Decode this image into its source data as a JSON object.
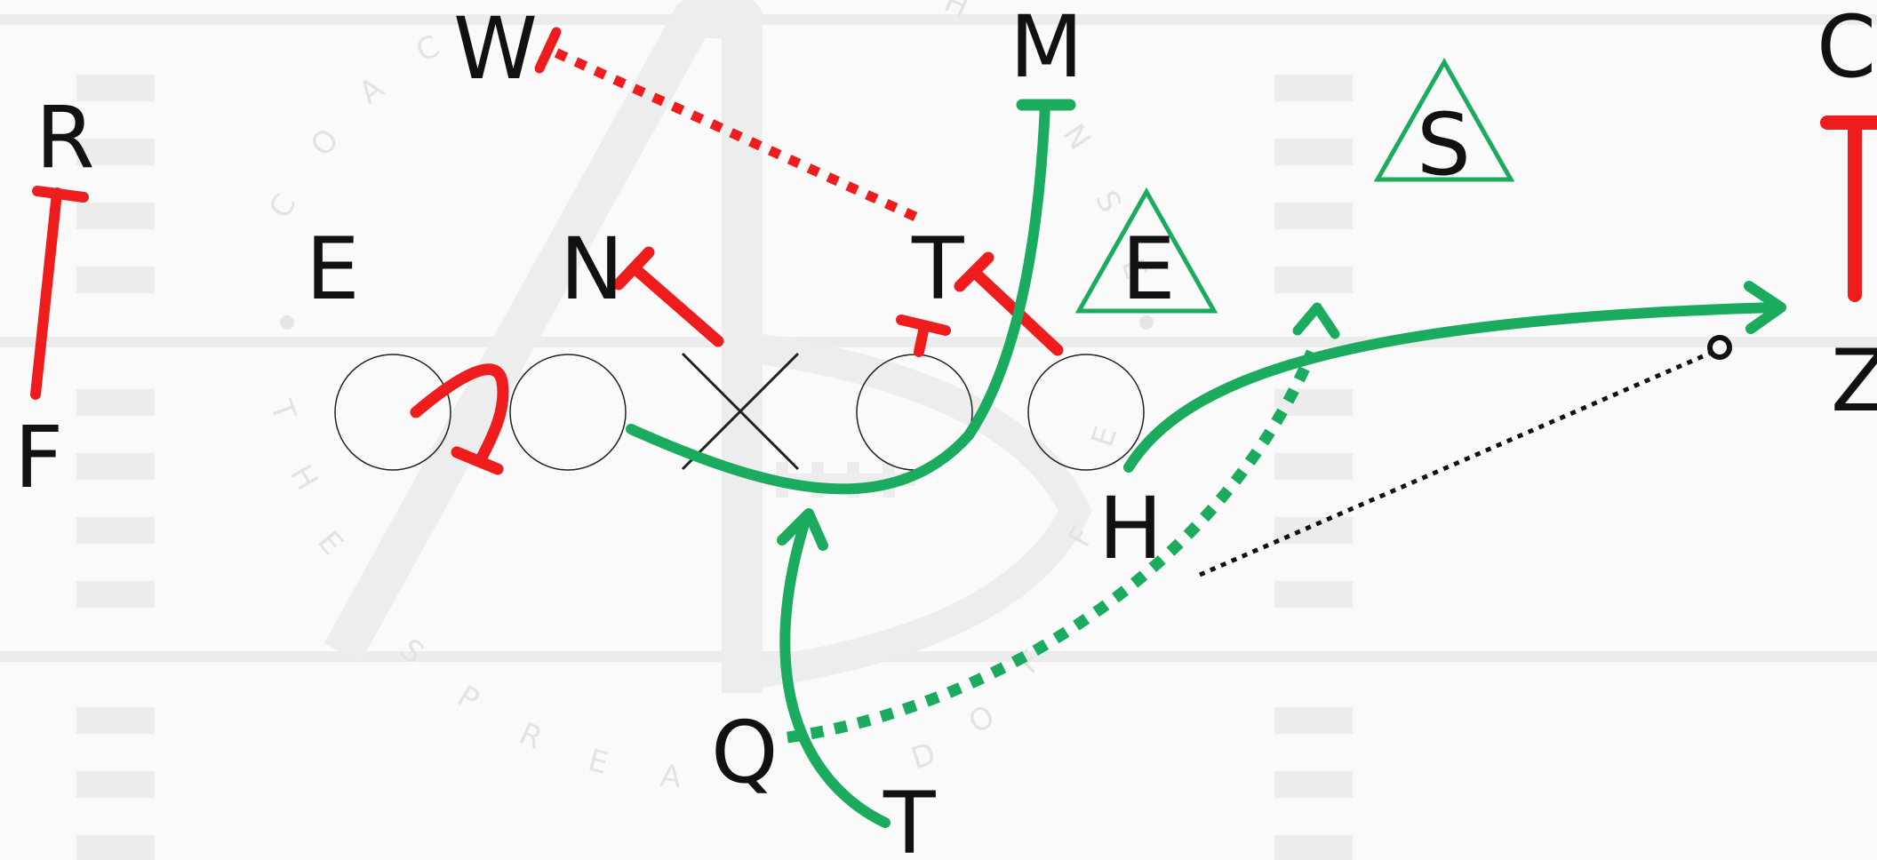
{
  "watermark": {
    "text": "COACHING THE SPREAD OFFENSE",
    "letters": [
      "C",
      "O",
      "A",
      "C",
      "H",
      "T",
      "H",
      "E",
      "S",
      "P",
      "R",
      "E",
      "A",
      "D",
      "O",
      "F",
      "F",
      "E",
      "N",
      "S",
      "E"
    ]
  },
  "colors": {
    "field_background": "#fafafa",
    "yard_line": "#e9e9e9",
    "hash_mark": "#ececec",
    "defense_block": "#ee1c1c",
    "offense_route": "#1aab5e",
    "player_labels": "#111111"
  },
  "defense": {
    "labels": [
      "W",
      "M",
      "C",
      "R",
      "E",
      "N",
      "T",
      "E",
      "S",
      "F"
    ]
  },
  "offense": {
    "labels": [
      "Z",
      "H",
      "Q",
      "T"
    ],
    "center_symbol": "X"
  }
}
